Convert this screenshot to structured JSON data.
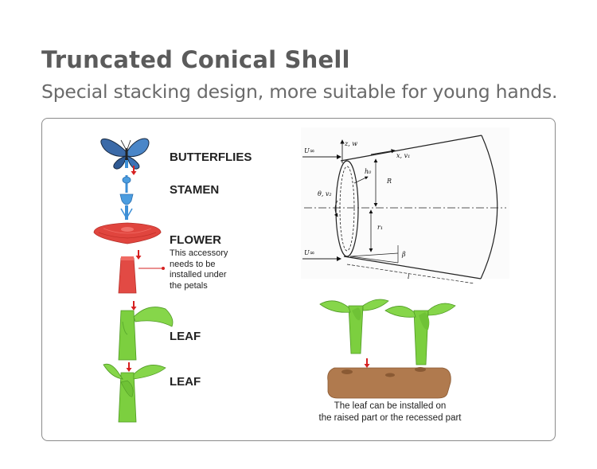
{
  "header": {
    "title": "Truncated Conical Shell",
    "subtitle": "Special stacking design, more suitable for young hands."
  },
  "assembly": {
    "butterflies": "BUTTERFLIES",
    "stamen": "STAMEN",
    "flower": "FLOWER",
    "flower_note": [
      "This accessory",
      "needs to be",
      "installed under",
      "the petals"
    ],
    "leaf1": "LEAF",
    "leaf2": "LEAF"
  },
  "diagram": {
    "u_top": "U∞",
    "u_bottom": "U∞",
    "z_w": "z, w",
    "x_v1": "x, v₁",
    "h0": "h₀",
    "R": "R",
    "theta_v2": "θ, v₂",
    "r1": "r₁",
    "beta": "β",
    "l": "l"
  },
  "base": {
    "caption_line1": "The leaf can be installed on",
    "caption_line2": "the raised part or the recessed part"
  },
  "colors": {
    "leaf_green": "#7ccf3f",
    "flower_red": "#e0453e",
    "stamen_blue": "#3d8fd6",
    "base_brown": "#b07a4e",
    "arrow_red": "#d62020"
  }
}
